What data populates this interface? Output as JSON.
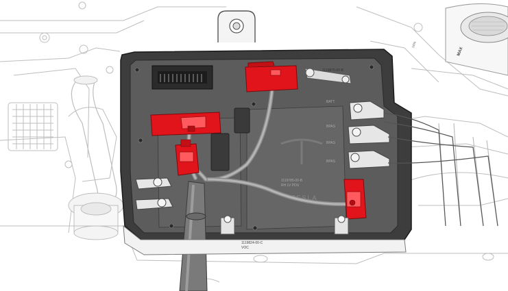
{
  "colors": {
    "background": "#ffffff",
    "engine_bay_line": "#bdbdbd",
    "controller_housing": "#3a3a3a",
    "controller_face": "#5a5a5a",
    "connector_highlight": "#e0141a",
    "harness": "#8c8c8c"
  },
  "labels": {
    "top_part_number": "1119875-00-B",
    "center_part_number": "1119785-00-B",
    "center_part_sub": "RH LV PDU",
    "bottom_part_number": "1119824-00-C",
    "bottom_part_sub": "VOC",
    "reservoir_label": "MAX",
    "reservoir_label_min": "MIN",
    "brand_mark": "TESLA",
    "post_label_1": "BATT",
    "post_label_2": "BPAS",
    "post_label_3": "BPAS",
    "post_label_4": "BPAS"
  },
  "highlighted_connectors": [
    "top-center-connector",
    "left-connector",
    "lower-left-connector",
    "right-connector"
  ]
}
